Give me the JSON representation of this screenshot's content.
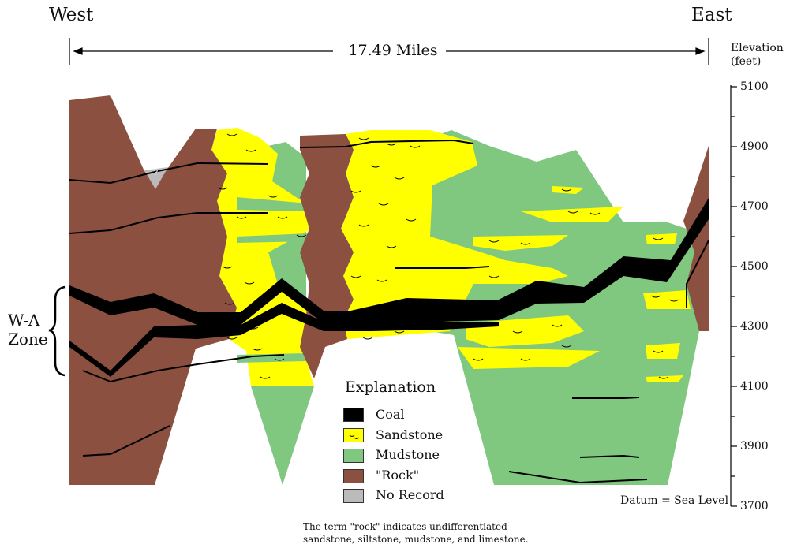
{
  "header": {
    "west_label": "West",
    "east_label": "East",
    "distance_label": "17.49 Miles"
  },
  "axis": {
    "title_line1": "Elevation",
    "title_line2": "(feet)",
    "ticks": [
      "5100",
      "4900",
      "4700",
      "4500",
      "4300",
      "4100",
      "3900",
      "3700"
    ]
  },
  "zone": {
    "line1": "W-A",
    "line2": "Zone"
  },
  "legend": {
    "title": "Explanation",
    "items": [
      {
        "label": "Coal",
        "color": "#000000"
      },
      {
        "label": "Sandstone",
        "color": "#ffff00"
      },
      {
        "label": "Mudstone",
        "color": "#80c880"
      },
      {
        "label": "\"Rock\"",
        "color": "#8b5040"
      },
      {
        "label": "No Record",
        "color": "#bbbbbb"
      }
    ]
  },
  "datum": "Datum = Sea Level",
  "note": {
    "line1": "The term \"rock\" indicates undifferentiated",
    "line2": "sandstone, siltstone, mudstone, and limestone."
  },
  "colors": {
    "rock": "#8b5040",
    "sandstone": "#ffff00",
    "mudstone": "#80c880",
    "coal": "#000000",
    "no_record": "#bbbbbb"
  }
}
